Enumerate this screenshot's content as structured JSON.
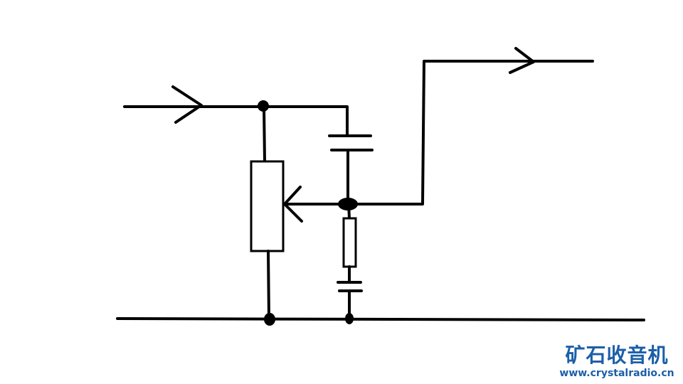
{
  "watermark": {
    "title": "矿石收音机",
    "url": "www.crystalradio.cn",
    "color": "#1b5fa8"
  },
  "schematic": {
    "components": [
      "input-arrow",
      "output-arrow",
      "potentiometer",
      "capacitor-top",
      "resistor",
      "capacitor-bottom"
    ]
  }
}
